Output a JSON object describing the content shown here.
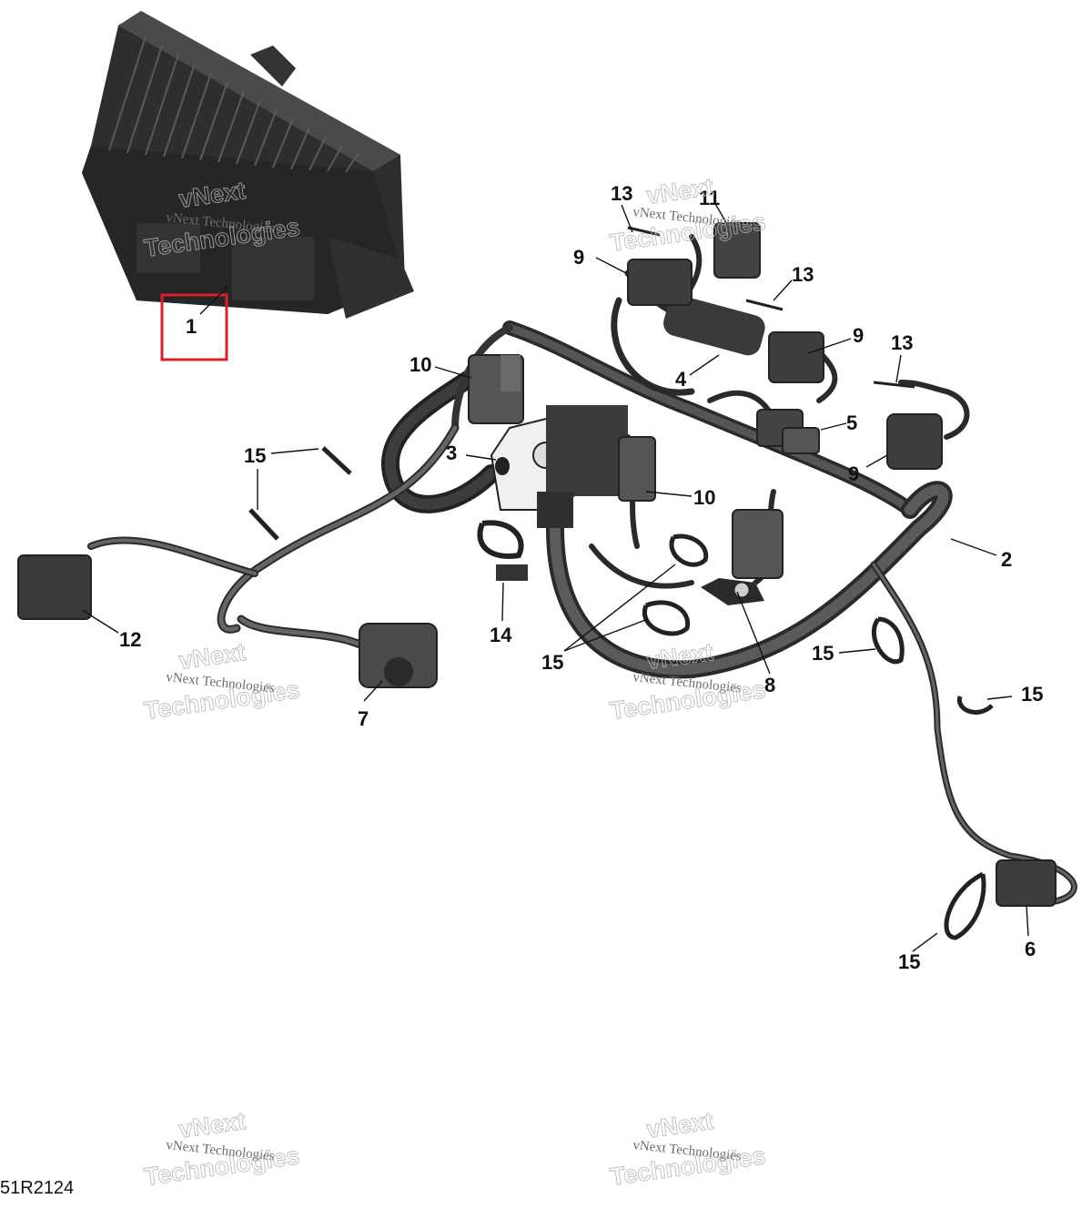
{
  "diagram": {
    "callouts": [
      {
        "id": "c1",
        "label": "1",
        "highlighted": true
      },
      {
        "id": "c2",
        "label": "2"
      },
      {
        "id": "c3",
        "label": "3"
      },
      {
        "id": "c4",
        "label": "4"
      },
      {
        "id": "c5",
        "label": "5"
      },
      {
        "id": "c6",
        "label": "6"
      },
      {
        "id": "c7",
        "label": "7"
      },
      {
        "id": "c8",
        "label": "8"
      },
      {
        "id": "c9a",
        "label": "9"
      },
      {
        "id": "c9b",
        "label": "9"
      },
      {
        "id": "c9c",
        "label": "9"
      },
      {
        "id": "c10a",
        "label": "10"
      },
      {
        "id": "c10b",
        "label": "10"
      },
      {
        "id": "c11",
        "label": "11"
      },
      {
        "id": "c12",
        "label": "12"
      },
      {
        "id": "c13a",
        "label": "13"
      },
      {
        "id": "c13b",
        "label": "13"
      },
      {
        "id": "c13c",
        "label": "13"
      },
      {
        "id": "c14",
        "label": "14"
      },
      {
        "id": "c15a",
        "label": "15"
      },
      {
        "id": "c15b",
        "label": "15"
      },
      {
        "id": "c15c",
        "label": "15"
      },
      {
        "id": "c15d",
        "label": "15"
      },
      {
        "id": "c15e",
        "label": "15"
      }
    ],
    "highlight_color": "#d9202a",
    "part_color": "#3a3a3a",
    "watermark": {
      "line1": "vNext Technologies",
      "line2": "vNext",
      "line3": "Technologies"
    },
    "reference_code": "51R2124"
  }
}
